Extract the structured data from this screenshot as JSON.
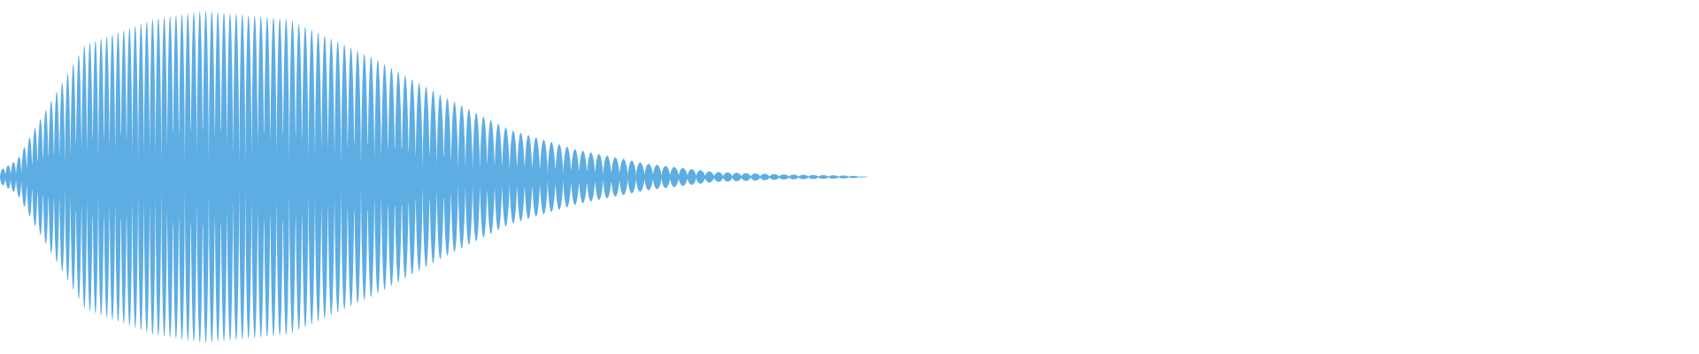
{
  "waveform": {
    "color": "#5dade2",
    "envelope": [
      {
        "t": 0.0,
        "amp": 0.04
      },
      {
        "t": 0.01,
        "amp": 0.1
      },
      {
        "t": 0.02,
        "amp": 0.28
      },
      {
        "t": 0.05,
        "amp": 0.78
      },
      {
        "t": 0.09,
        "amp": 0.93
      },
      {
        "t": 0.12,
        "amp": 0.98
      },
      {
        "t": 0.17,
        "amp": 0.93
      },
      {
        "t": 0.22,
        "amp": 0.7
      },
      {
        "t": 0.26,
        "amp": 0.48
      },
      {
        "t": 0.3,
        "amp": 0.28
      },
      {
        "t": 0.34,
        "amp": 0.16
      },
      {
        "t": 0.38,
        "amp": 0.08
      },
      {
        "t": 0.42,
        "amp": 0.03
      },
      {
        "t": 0.46,
        "amp": 0.015
      },
      {
        "t": 0.5,
        "amp": 0.008
      },
      {
        "t": 0.512,
        "amp": 0.0
      }
    ],
    "cycles": 82
  }
}
